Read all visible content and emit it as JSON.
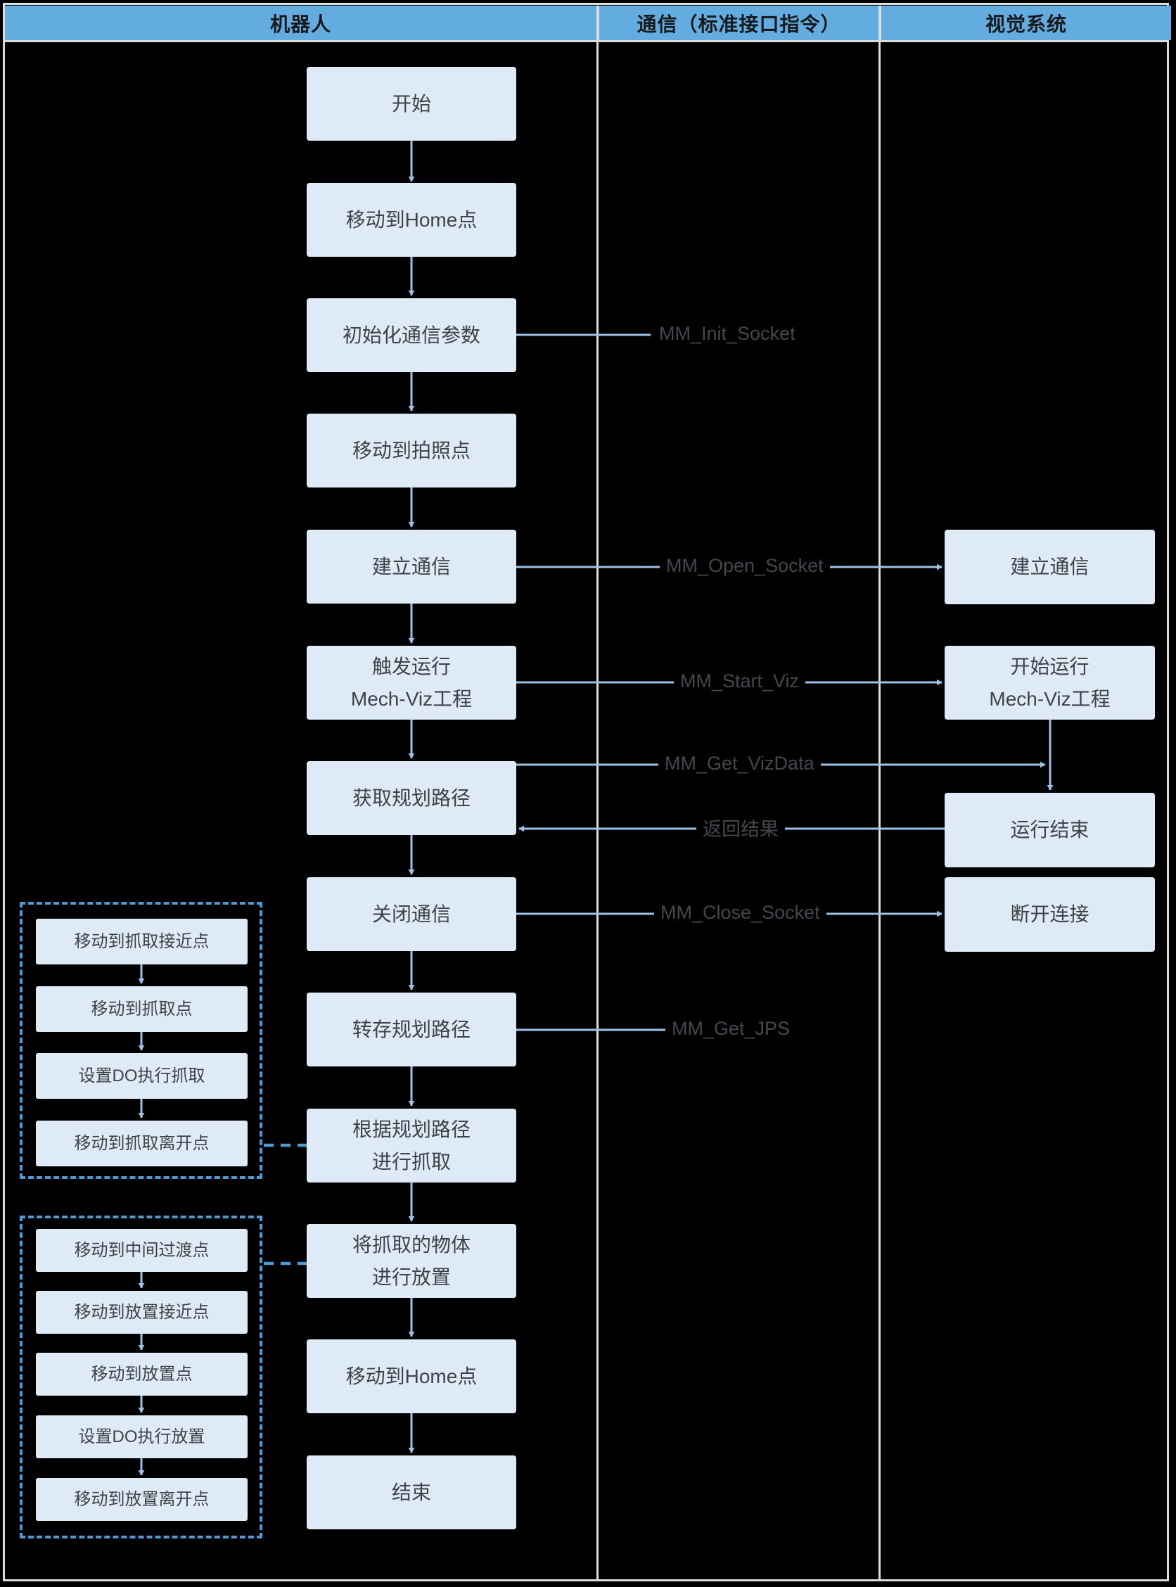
{
  "header": {
    "columns": [
      {
        "label": "机器人"
      },
      {
        "label": "通信（标准接口指令）"
      },
      {
        "label": "视觉系统"
      }
    ]
  },
  "robot": {
    "boxes": [
      {
        "label": "开始"
      },
      {
        "label": "移动到Home点"
      },
      {
        "label": "初始化通信参数"
      },
      {
        "label": "移动到拍照点"
      },
      {
        "label": "建立通信"
      },
      {
        "label": "触发运行\nMech-Viz工程"
      },
      {
        "label": "获取规划路径"
      },
      {
        "label": "关闭通信"
      },
      {
        "label": "转存规划路径"
      },
      {
        "label": "根据规划路径\n进行抓取"
      },
      {
        "label": "将抓取的物体\n进行放置"
      },
      {
        "label": "移动到Home点"
      },
      {
        "label": "结束"
      }
    ]
  },
  "vision": {
    "boxes": [
      {
        "label": "建立通信"
      },
      {
        "label": "开始运行\nMech-Viz工程"
      },
      {
        "label": "运行结束"
      },
      {
        "label": "断开连接"
      }
    ]
  },
  "comm": {
    "labels": [
      {
        "label": "MM_Init_Socket"
      },
      {
        "label": "MM_Open_Socket"
      },
      {
        "label": "MM_Start_Viz"
      },
      {
        "label": "MM_Get_VizData"
      },
      {
        "label": "返回结果"
      },
      {
        "label": "MM_Close_Socket"
      },
      {
        "label": "MM_Get_JPS"
      }
    ]
  },
  "grasp_group": {
    "boxes": [
      {
        "label": "移动到抓取接近点"
      },
      {
        "label": "移动到抓取点"
      },
      {
        "label": "设置DO执行抓取"
      },
      {
        "label": "移动到抓取离开点"
      }
    ]
  },
  "place_group": {
    "boxes": [
      {
        "label": "移动到中间过渡点"
      },
      {
        "label": "移动到放置接近点"
      },
      {
        "label": "移动到放置点"
      },
      {
        "label": "设置DO执行放置"
      },
      {
        "label": "移动到放置离开点"
      }
    ]
  },
  "colors": {
    "background": "#000000",
    "frame": "#dcdcdc",
    "header_bg": "#63acdf",
    "node_fill": "#deebf7",
    "node_text": "#3f4348",
    "arrow": "#9cc2e5",
    "dashed_border": "#4d9ad5",
    "comm_text": "#44474c"
  }
}
